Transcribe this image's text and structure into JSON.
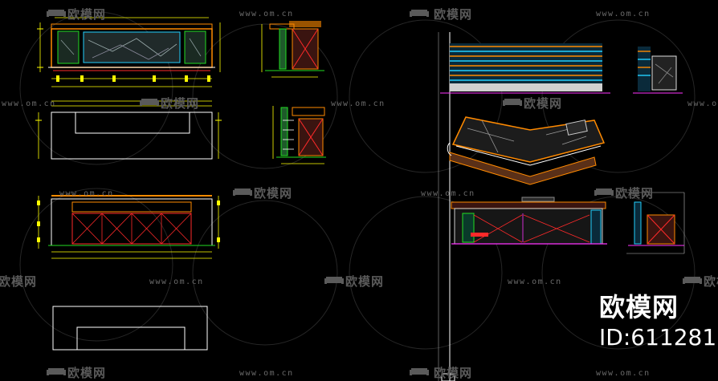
{
  "watermark": {
    "brand": "欧模网",
    "url": "www.om.cn"
  },
  "overlay": {
    "brand": "欧模网",
    "id_label": "ID:611281"
  },
  "colors": {
    "background": "#000000",
    "dimension": "#ffff00",
    "outline": "#ffffff",
    "accent_orange": "#ff8a00",
    "accent_red": "#ff2a2a",
    "accent_green": "#22dd22",
    "accent_cyan": "#22d0ff",
    "accent_magenta": "#ff33ff",
    "accent_blue": "#3355ff",
    "watermark": "#5a5a5a"
  },
  "icons": [
    "sofa-logo-icon"
  ]
}
